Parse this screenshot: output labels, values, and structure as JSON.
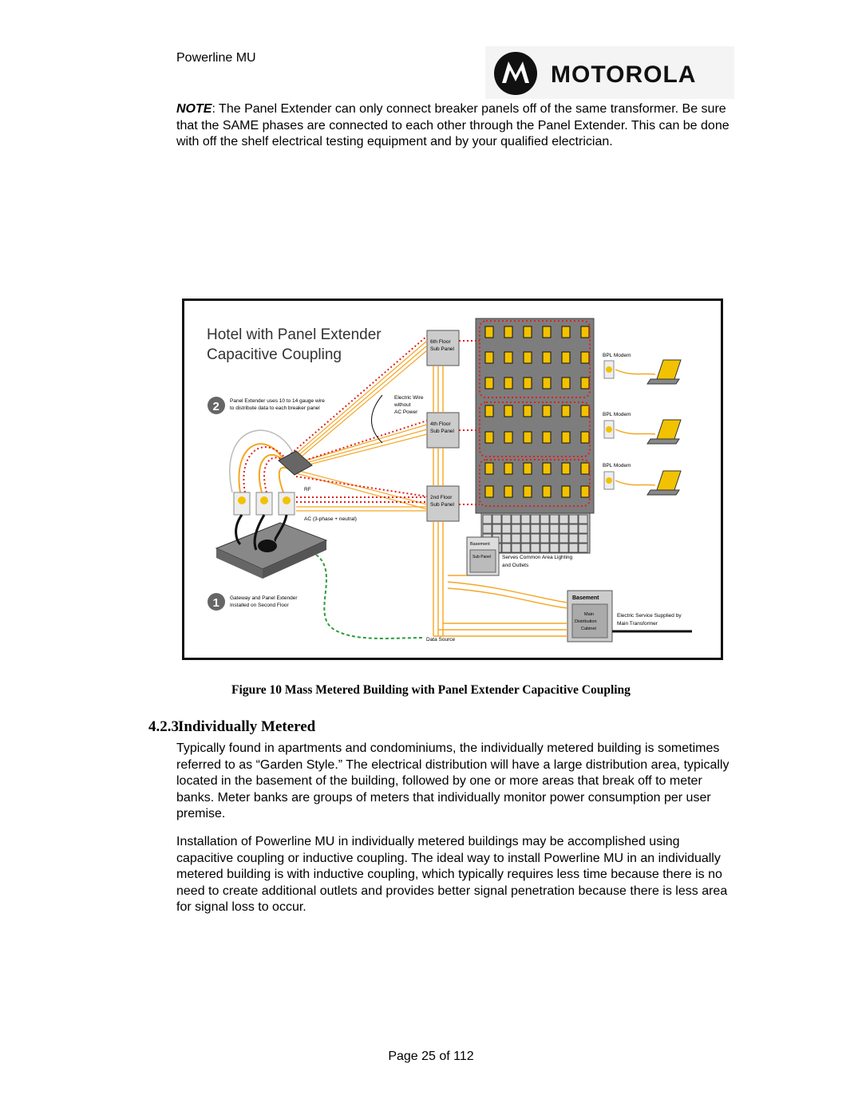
{
  "header": {
    "doc_title": "Powerline MU",
    "logo_text": "MOTOROLA"
  },
  "note": {
    "label": "NOTE",
    "text": ":  The Panel Extender can only connect breaker panels off of the same transformer. Be sure that the SAME phases are connected to each other through the Panel Extender. This can be done with off the shelf electrical testing equipment and by your qualified electrician."
  },
  "figure": {
    "title_line1": "Hotel with Panel Extender",
    "title_line2": "Capacitive Coupling",
    "panel_6th_a": "6th Floor",
    "panel_6th_b": "Sub Panel",
    "panel_4th_a": "4th Floor",
    "panel_4th_b": "Sub Panel",
    "panel_2nd_a": "2nd Floor",
    "panel_2nd_b": "Sub Panel",
    "step2_num": "2",
    "step2_line1": "Panel Extender uses 10 to 14 gauge wire",
    "step2_line2": "to distribute data to each breaker panel",
    "wire_line1": "Electric Wire",
    "wire_line2": "without",
    "wire_line3": "AC Power",
    "rf": "RF",
    "ac": "AC (3-phase + neutral)",
    "bpl1": "BPL Modem",
    "bpl2": "BPL Modem",
    "bpl3": "BPL Modem",
    "basement_small": "Basement",
    "sub_panel_small": "Sub Panel",
    "serves_line1": "Serves Common Area Lighting",
    "serves_line2": "and Outlets",
    "basement_main": "Basement",
    "main_dist_1": "Main",
    "main_dist_2": "Distribution",
    "main_dist_3": "Cabinet",
    "elec_line1": "Electric Service Supplied by",
    "elec_line2": "Main Transformer",
    "step1_num": "1",
    "step1_line1": "Gateway and Panel Extender",
    "step1_line2": "Installed on Second Floor",
    "data_source": "Data Source"
  },
  "caption": "Figure 10 Mass Metered Building with Panel Extender Capacitive Coupling",
  "section": {
    "number": "4.2.3",
    "title": "Individually Metered"
  },
  "paragraphs": [
    "Typically found in apartments and condominiums, the individually metered building is sometimes referred to as “Garden Style.”  The electrical distribution will have a large distribution area, typically located in the basement of the building, followed by one or more areas that break off to meter banks.  Meter banks are groups of meters that individually monitor power consumption per user premise.",
    "Installation of Powerline MU in individually metered buildings may be accomplished using capacitive coupling or inductive coupling. The ideal way to install Powerline MU in an individually metered building is with inductive coupling, which typically requires less time because there is no need to create additional outlets and provides better signal penetration because there is less area for signal loss to occur."
  ],
  "footer": {
    "page": "Page 25 of 112"
  },
  "colors": {
    "orange": "#f5a623",
    "red": "#e02020",
    "green": "#2a9d3a",
    "window": "#f2c200"
  }
}
